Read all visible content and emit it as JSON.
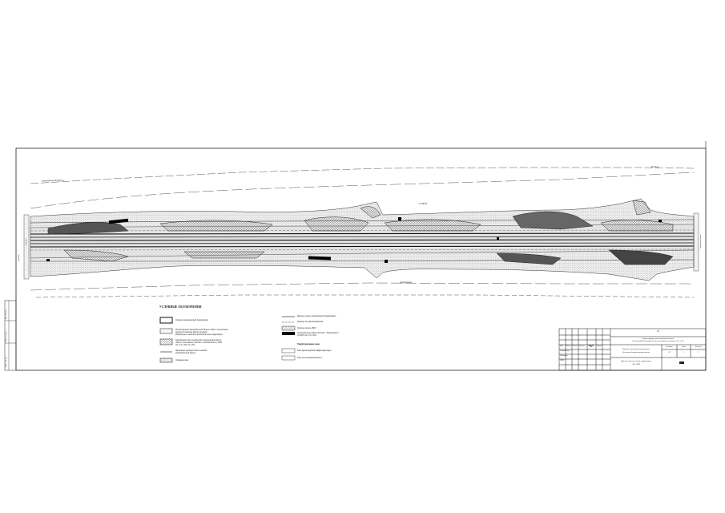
{
  "plan": {
    "label_top_left": "Автомобильная дорога",
    "label_top_right": "Ростов-",
    "label_top_middle": "к УНСИ",
    "label_bottom_middle": "территории",
    "side_left_1": "Граница",
    "side_left_2": "участка",
    "side_right_1": "Граница участка"
  },
  "legend": {
    "title": "УСЛОВНЫЕ ОБОЗНАЧЕНИЯ",
    "items_left": [
      {
        "text": "Граница планировочной территории"
      },
      {
        "text": "Реконструкция автомобильной дороги общего пользования\nместного значения Ростов-на-Дону\nфедерального значения проектной зоны территории"
      },
      {
        "text": "Территория зоны планируемого размещения дороги\nобщего пользования участка в соответствии с ППТ\nот 27.11.2021 № 1357"
      },
      {
        "text": "Проектная граница полосы отвода\nавтомобильной дороги"
      },
      {
        "text": "Охранная зона"
      }
    ],
    "items_right": [
      {
        "text": "Красные линии планировочной территории"
      },
      {
        "text": "Граница зон проектирования"
      },
      {
        "text": "Граница земель ЛФО"
      },
      {
        "text": "Автомобильная дорога Ростов - Новочеркасск\nпо ППТ от 27.11.2021"
      }
    ],
    "subheading": "Территориальные зоны",
    "items_zones": [
      {
        "text": "Зона транспортной инфраструктуры"
      },
      {
        "text": "Зона сельскохозяйственного"
      }
    ]
  },
  "title_block": {
    "project_line1": "Реконструкция автомобильной дороги",
    "project_line2": "Ростов-на-Дону-Новочеркасск  Ростов-на-Дону на участке км 20 - км 28",
    "sheet_line1": "Проект планировки территории",
    "sheet_line2": "Основная (утверждаемая) часть",
    "drawing_line1": "Чертеж красных линий, территории",
    "drawing_line2": "М 1:1000",
    "stage_label": "Стадия",
    "sheet_label": "Лист",
    "sheets_label": "Листов",
    "stage_value": "П",
    "sheet_value": "1",
    "sheets_value": "1",
    "number": "19",
    "col_headers": [
      "Изм.",
      "Кол.уч.",
      "Лист",
      "№ док.",
      "Подп.",
      "Дата"
    ],
    "role_rows": [
      "Разработал",
      "Проверил",
      "ГИП"
    ]
  },
  "stamp": {
    "left_strip_1": "Инв. № подл.",
    "left_strip_2": "Подп. и дата",
    "left_strip_3": "Взам. инв. №"
  }
}
